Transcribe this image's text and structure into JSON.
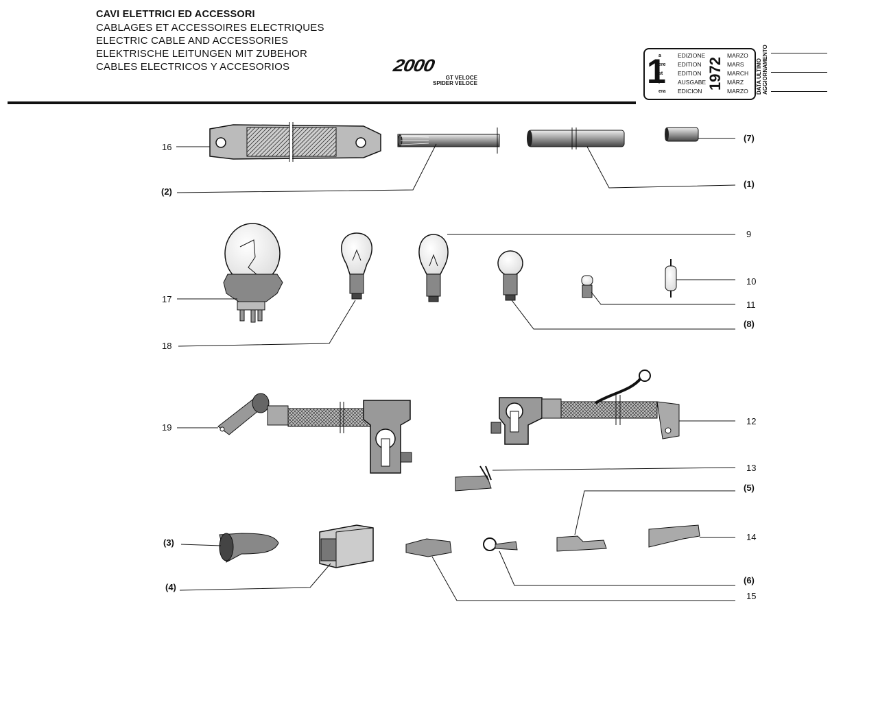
{
  "header": {
    "titles": [
      "CAVI ELETTRICI ED ACCESSORI",
      "CABLAGES ET ACCESSOIRES ELECTRIQUES",
      "ELECTRIC CABLE AND ACCESSORIES",
      "ELEKTRISCHE LEITUNGEN MIT ZUBEHOR",
      "CABLES ELECTRICOS Y ACCESORIOS"
    ],
    "logo": {
      "main": "2000",
      "line1": "GT VELOCE",
      "line2": "SPIDER VELOCE"
    }
  },
  "edition_box": {
    "number": "1",
    "suffixes": [
      "a",
      "ere",
      "st",
      ".",
      "era"
    ],
    "labels": [
      "EDIZIONE",
      "EDITION",
      "EDITION",
      "AUSGABE",
      "EDICION"
    ],
    "months": [
      "MARZO",
      "MARS",
      "MARCH",
      "MÄRZ",
      "MARZO"
    ],
    "year": "1972"
  },
  "update_label": {
    "line1": "DATA ULTIMO",
    "line2": "AGGIORNAMENTO"
  },
  "callouts": [
    {
      "id": "c16",
      "text": "16"
    },
    {
      "id": "c2",
      "text": "(2)"
    },
    {
      "id": "c7",
      "text": "(7)"
    },
    {
      "id": "c1",
      "text": "(1)"
    },
    {
      "id": "c9",
      "text": "9"
    },
    {
      "id": "c17",
      "text": "17"
    },
    {
      "id": "c10",
      "text": "10"
    },
    {
      "id": "c11",
      "text": "11"
    },
    {
      "id": "c8",
      "text": "(8)"
    },
    {
      "id": "c18",
      "text": "18"
    },
    {
      "id": "c19",
      "text": "19"
    },
    {
      "id": "c12",
      "text": "12"
    },
    {
      "id": "c13",
      "text": "13"
    },
    {
      "id": "c5",
      "text": "(5)"
    },
    {
      "id": "c3",
      "text": "(3)"
    },
    {
      "id": "c14",
      "text": "14"
    },
    {
      "id": "c4",
      "text": "(4)"
    },
    {
      "id": "c6",
      "text": "(6)"
    },
    {
      "id": "c15",
      "text": "15"
    }
  ]
}
